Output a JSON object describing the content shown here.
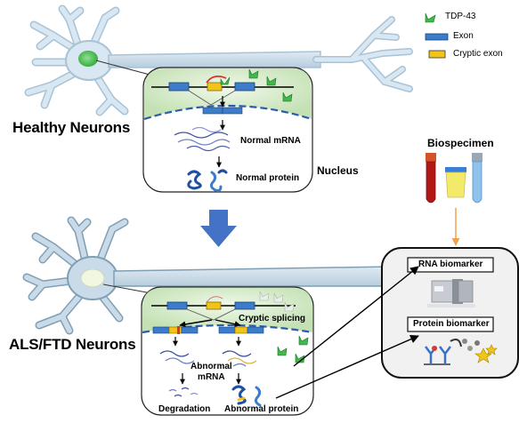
{
  "legend": {
    "tdp43": "TDP-43",
    "exon": "Exon",
    "cryptic_exon": "Cryptic exon"
  },
  "healthy": {
    "title": "Healthy Neurons",
    "normal_mrna": "Normal mRNA",
    "normal_protein": "Normal protein",
    "nucleus": "Nucleus"
  },
  "disease": {
    "title": "ALS/FTD Neurons",
    "cryptic_splicing": "Cryptic splicing",
    "abnormal_mrna": "Abnormal\nmRNA",
    "degradation": "Degradation",
    "abnormal_protein": "Abnormal protein"
  },
  "biospecimen": {
    "title": "Biospecimen",
    "rna_biomarker": "RNA biomarker",
    "protein_biomarker": "Protein biomarker"
  },
  "colors": {
    "neuron_fill": "#d9e7f2",
    "neuron_stroke": "#a8c2d6",
    "axon_fill": "#c9dae8",
    "healthy_nucleus": "#52c15a",
    "disease_nucleus": "#f2f7e2",
    "exon": "#3d7cc9",
    "cryptic_exon": "#f0c419",
    "tdp43": "#3fb94a",
    "arrow_big": "#4472c4",
    "biospecimen_arrow": "#f0a04b"
  }
}
